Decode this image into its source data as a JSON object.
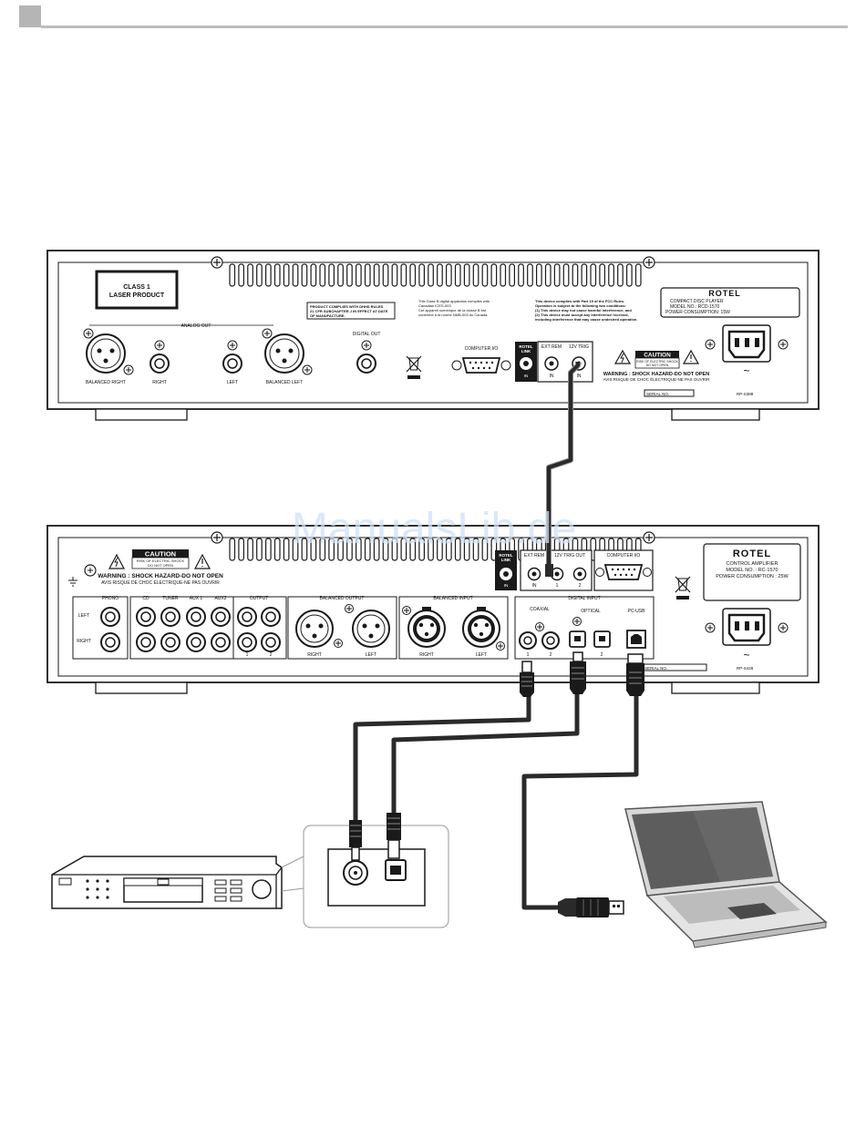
{
  "colors": {
    "ink": "#1a1a1a",
    "panel": "#ffffff",
    "cable": "#2a2a2a",
    "cable_edge": "#888888",
    "watermark": "#cfe0f5",
    "header_rule": "#bdbdbd"
  },
  "watermark": "ManualsLib.de",
  "cd_player": {
    "laser_label_1": "CLASS 1",
    "laser_label_2": "LASER PRODUCT",
    "analog_out": "ANALOG OUT",
    "balanced_right": "BALANCED RIGHT",
    "right": "RIGHT",
    "left": "LEFT",
    "balanced_left": "BALANCED LEFT",
    "compliance": [
      "PRODUCT COMPLIES WITH DHHS RULES",
      "21 CFR SUBCHAPTER J IN EFFECT AT DATE",
      "OF MANUFACTURE."
    ],
    "digital_out": "DIGITAL OUT",
    "canada": [
      "This Class B digital apparatus complies with",
      "Canadian ICES-003.",
      "Cet appareil numérique de la classe B est",
      "conforme à la norme NMB-003 du Canada."
    ],
    "computer_io": "COMPUTER I/O",
    "rotel_link": [
      "ROTEL",
      "LINK"
    ],
    "in": "IN",
    "fcc": [
      "This device complies with Part 15 of the FCC Rules.",
      "Operation is subject to the following two conditions:",
      "(1) This device may not cause harmful interference, and",
      "(2) This device must accept any interference received,",
      "including interference that may cause undesired operation."
    ],
    "ext_rem": "EXT REM",
    "trig": "12V TRIG",
    "caution": "CAUTION",
    "caution_sub": [
      "RISK OF ELECTRIC SHOCK",
      "DO NOT OPEN"
    ],
    "warning": "WARNING : SHOCK HAZARD-DO NOT OPEN",
    "avis": "AVIS RISQUE DE CHOC ÉLECTRIQUE-NE PAS OUVRIR",
    "serial": "SERIAL NO.",
    "brand": "ROTEL",
    "model_lines": [
      "COMPACT DISC PLAYER",
      "MODEL NO.: RCD-1570",
      "POWER CONSUMPTION: 15W"
    ],
    "part_no": "RP-S388",
    "ac_symbol": "~"
  },
  "amplifier": {
    "caution": "CAUTION",
    "caution_sub": [
      "RISK OF ELECTRIC SHOCK",
      "DO NOT OPEN"
    ],
    "warning": "WARNING : SHOCK HAZARD-DO NOT OPEN",
    "avis": "AVIS RISQUE DE CHOC ÉLECTRIQUE-NE PAS OUVRIR",
    "rotel_link": [
      "ROTEL",
      "LINK"
    ],
    "in": "IN",
    "ext_rem": "EXT REM",
    "trig_out": "12V TRIG OUT",
    "computer_io": "COMPUTER I/O",
    "brand": "ROTEL",
    "model_lines": [
      "CONTROL AMPLIFIER",
      "MODEL NO. : RC-1570",
      "POWER CONSUMPTION : 25W"
    ],
    "phono": "PHONO",
    "cd": "CD",
    "tuner": "TUNER",
    "aux1": "AUX 1",
    "aux2": "AUX2",
    "output": "OUTPUT",
    "left": "LEFT",
    "right": "RIGHT",
    "balanced_output": "BALANCED OUTPUT",
    "balanced_input": "BALANCED INPUT",
    "digital_input": "DIGITAL INPUT",
    "coaxial": "COAXIAL",
    "optical": "OPTICAL",
    "pc_usb": "PC-USB",
    "n1": "1",
    "n2": "2",
    "serial": "SERIAL NO.",
    "part_no": "RP-S428",
    "ac_symbol": "~"
  }
}
